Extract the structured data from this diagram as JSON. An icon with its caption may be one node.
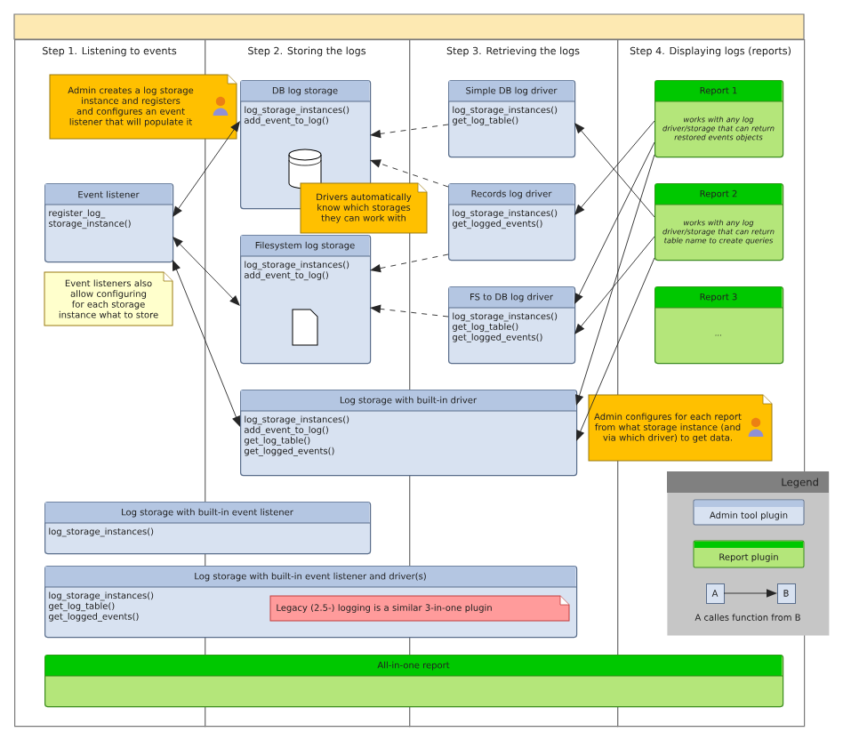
{
  "diagram": {
    "nodes": [
      {
        "text": [
          "Step 1. Listening to events"
        ]
      },
      {
        "text": [
          "Step 2. Storing the logs"
        ]
      },
      {
        "text": [
          "Step 3. Retrieving the logs"
        ]
      },
      {
        "text": [
          "Step 4. Displaying logs (reports)"
        ]
      },
      {
        "text": [
          "Admin creates a log storage instance and registers and configures an event listener that will populate it"
        ]
      },
      {
        "text": [
          "DB log storage",
          "log_storage_instances() add_event_to_log()"
        ],
        "in": 1
      },
      {
        "text": [
          "Event listener",
          "register_log_ storage_instance()"
        ],
        "in": 0
      },
      {
        "text": [
          "Drivers automatically know which storages they can work with"
        ]
      },
      {
        "text": [
          "Event listeners also allow configuring for each storage instance what to store"
        ],
        "in": 0
      },
      {
        "text": [
          "Filesystem log storage",
          "log_storage_instances() add_event_to_log()"
        ],
        "in": 1
      },
      {
        "text": [
          "Simple DB log driver",
          "log_storage_instances() get_log_table()"
        ],
        "in": 2
      },
      {
        "text": [
          "Records log driver",
          "log_storage_instances() get_logged_events()"
        ],
        "in": 2
      },
      {
        "text": [
          "FS to DB log driver",
          "log_storage_instances() get_log_table() get_logged_events()"
        ],
        "in": 2
      },
      {
        "text": [
          "Report 1",
          "works with any log driver/storage that can return restored events objects"
        ],
        "in": 3
      },
      {
        "text": [
          "Report 2",
          "works with any log driver/storage that can return table name to create queries"
        ],
        "in": 3
      },
      {
        "text": [
          "Report 3",
          "..."
        ],
        "in": 3
      },
      {
        "text": [
          "Log storage with built-in driver",
          "log_storage_instances() add_event_to_log() get_log_table() get_logged_events()"
        ]
      },
      {
        "text": [
          "Admin configures for each report from what storage instance (and via which driver) to get data."
        ]
      },
      {
        "text": [
          "Log storage with built-in event listener",
          "log_storage_instances()"
        ]
      },
      {
        "text": [
          "Log storage with built-in event listener and driver(s)",
          "log_storage_instances() get_log_table() get_logged_events()"
        ]
      },
      {
        "text": [
          "Legacy (2.5-) logging is a similar 3-in-one plugin"
        ],
        "in": 19
      },
      {
        "text": [
          "All-in-one report"
        ]
      },
      {
        "text": [
          "Legend"
        ]
      },
      {
        "text": [
          "A"
        ],
        "in": 22
      },
      {
        "text": [
          "B"
        ],
        "in": 22
      }
    ],
    "edges": [
      {
        "from": 6,
        "to": 5,
        "arrow": "both"
      },
      {
        "from": 6,
        "to": 9,
        "arrow": "both"
      },
      {
        "from": 6,
        "to": 16,
        "arrow": "both"
      },
      {
        "from": 10,
        "to": 5,
        "arrow": "to",
        "style": "dashed"
      },
      {
        "from": 11,
        "to": 5,
        "arrow": "to",
        "style": "dashed"
      },
      {
        "from": 11,
        "to": 9,
        "arrow": "to",
        "style": "dashed"
      },
      {
        "from": 12,
        "to": 9,
        "arrow": "to",
        "style": "dashed"
      },
      {
        "from": 13,
        "to": 11,
        "arrow": "to"
      },
      {
        "from": 14,
        "to": 10,
        "arrow": "to"
      },
      {
        "from": 13,
        "to": 12,
        "arrow": "to"
      },
      {
        "from": 14,
        "to": 12,
        "arrow": "to"
      },
      {
        "from": 13,
        "to": 16,
        "arrow": "to"
      },
      {
        "from": 14,
        "to": 16,
        "arrow": "to"
      },
      {
        "from": 23,
        "to": 24,
        "arrow": "to"
      }
    ],
    "legend": [
      {
        "text": "Admin tool plugin"
      },
      {
        "text": "Report plugin"
      },
      {
        "text": "A calles function from B"
      }
    ]
  }
}
